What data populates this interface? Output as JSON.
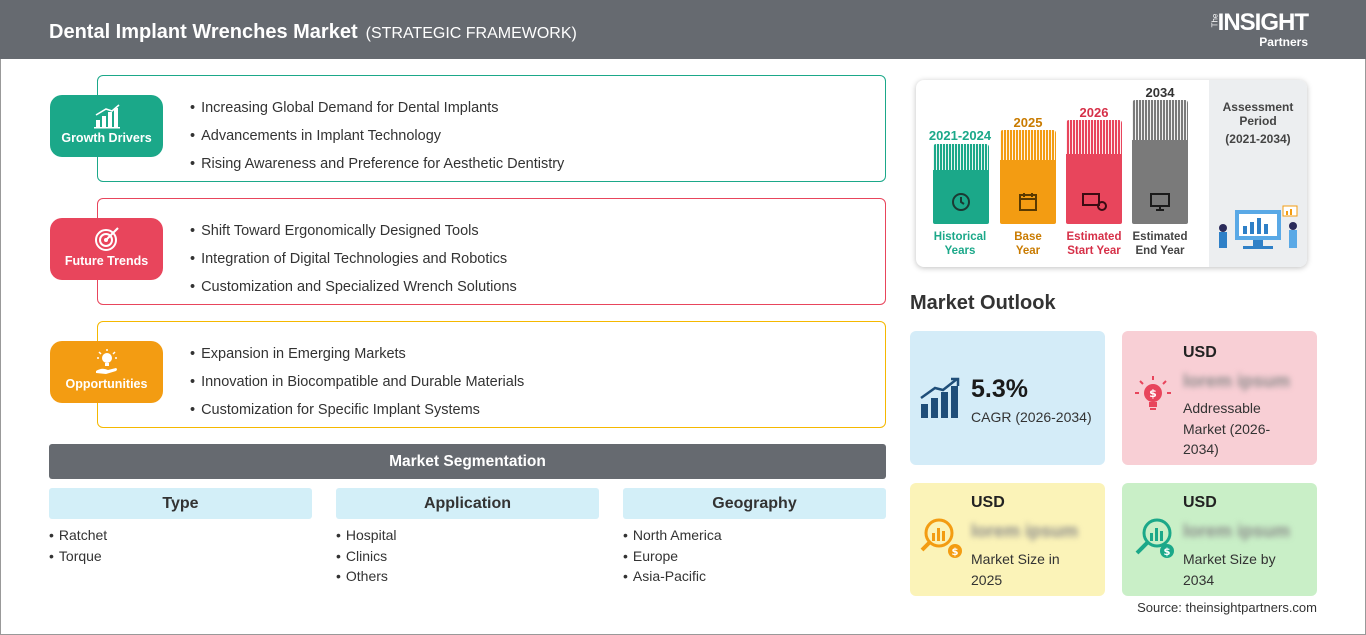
{
  "header": {
    "title": "Dental Implant Wrenches Market",
    "subtitle": "(STRATEGIC FRAMEWORK)",
    "logo_the": "The",
    "logo_main": "INSIGHT",
    "logo_sub": "Partners"
  },
  "sections": [
    {
      "label": "Growth Drivers",
      "color": "#1ba889",
      "icon": "growth-chart-icon",
      "items": [
        "Increasing Global Demand for Dental Implants",
        "Advancements in Implant Technology",
        "Rising Awareness and Preference for Aesthetic Dentistry"
      ]
    },
    {
      "label": "Future Trends",
      "color": "#e8455c",
      "icon": "target-icon",
      "items": [
        "Shift Toward Ergonomically Designed Tools",
        "Integration of Digital Technologies and Robotics",
        "Customization and Specialized Wrench Solutions"
      ]
    },
    {
      "label": "Opportunities",
      "color": "#f39c12",
      "icon": "lightbulb-hand-icon",
      "items": [
        "Expansion in Emerging Markets",
        "Innovation in Biocompatible and Durable Materials",
        "Customization for Specific Implant Systems"
      ]
    }
  ],
  "segmentation": {
    "title": "Market Segmentation",
    "columns": [
      {
        "head": "Type",
        "items": [
          "Ratchet",
          "Torque"
        ]
      },
      {
        "head": "Application",
        "items": [
          "Hospital",
          "Clinics",
          "Others"
        ]
      },
      {
        "head": "Geography",
        "items": [
          "North America",
          "Europe",
          "Asia-Pacific"
        ]
      }
    ]
  },
  "timeline": {
    "bars": [
      {
        "year": "2021-2024",
        "label1": "Historical",
        "label2": "Years",
        "color": "#1ba889"
      },
      {
        "year": "2025",
        "label1": "Base",
        "label2": "Year",
        "color": "#f39c12"
      },
      {
        "year": "2026",
        "label1": "Estimated",
        "label2": "Start Year",
        "color": "#e8455c"
      },
      {
        "year": "2034",
        "label1": "Estimated",
        "label2": "End Year",
        "color": "#7a7a7a"
      }
    ],
    "assessment_line1": "Assessment",
    "assessment_line2": "Period",
    "assessment_range": "(2021-2034)"
  },
  "outlook": {
    "title": "Market Outlook",
    "cagr_value": "5.3%",
    "cagr_label": "CAGR (2026-2034)",
    "addressable_usd": "USD",
    "addressable_value": "lorem ipsum",
    "addressable_label": "Addressable Market (2026-2034)",
    "size2025_usd": "USD",
    "size2025_value": "lorem ipsum",
    "size2025_label": "Market Size in 2025",
    "size2034_usd": "USD",
    "size2034_value": "lorem ipsum",
    "size2034_label": "Market Size by 2034"
  },
  "source": "Source: theinsightpartners.com"
}
